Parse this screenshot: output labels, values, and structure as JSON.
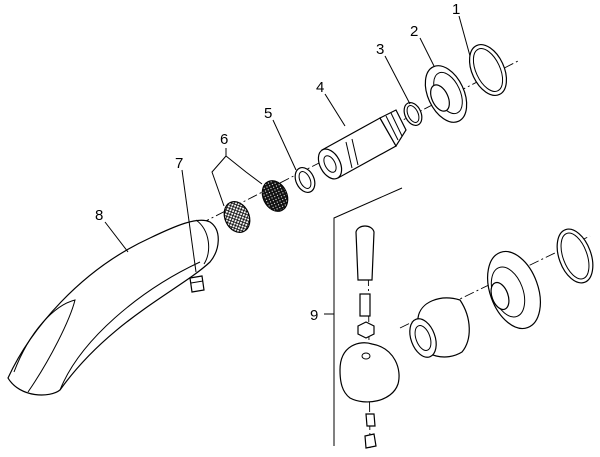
{
  "diagram": {
    "callouts": [
      {
        "id": "1",
        "label": "1"
      },
      {
        "id": "2",
        "label": "2"
      },
      {
        "id": "3",
        "label": "3"
      },
      {
        "id": "4",
        "label": "4"
      },
      {
        "id": "5",
        "label": "5"
      },
      {
        "id": "6",
        "label": "6"
      },
      {
        "id": "7",
        "label": "7"
      },
      {
        "id": "8",
        "label": "8"
      },
      {
        "id": "9",
        "label": "9"
      }
    ],
    "parts": [
      "o-ring-large",
      "escutcheon-flange",
      "o-ring-small",
      "threaded-adapter",
      "washer-ring",
      "screen-filters",
      "set-screw",
      "spout",
      "handle-assembly"
    ]
  }
}
